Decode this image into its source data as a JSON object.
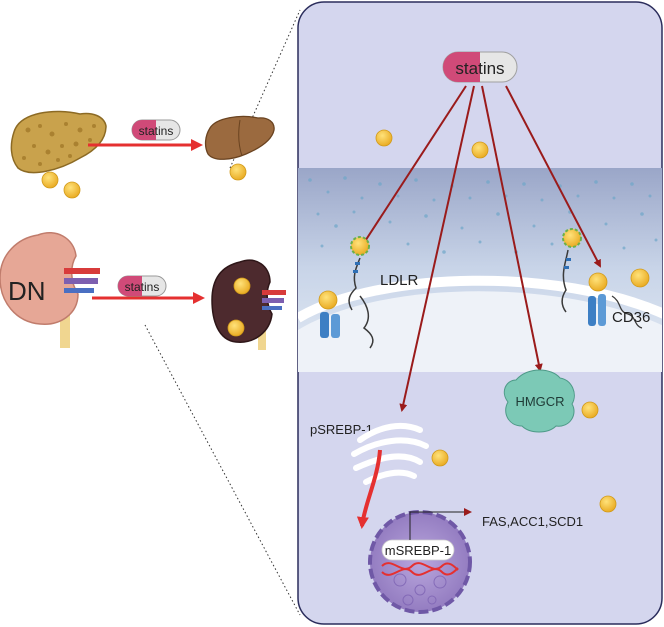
{
  "labels": {
    "statins_main": "statins",
    "statins_liver": "statins",
    "statins_kidney": "statins",
    "dn": "DN",
    "ldlr": "LDLR",
    "cd36": "CD36",
    "hmgcr": "HMGCR",
    "psrebp": "pSREBP-1",
    "msrebp": "mSREBP-1",
    "targets": "FAS,ACC1,SCD1"
  },
  "colors": {
    "panel_bg": "#d4d6ee",
    "panel_border": "#2b2d5c",
    "arrow_main": "#9a1b1b",
    "arrow_red": "#e53030",
    "pill_pink": "#d04a78",
    "pill_grey": "#e6e6e6",
    "lipid": "#f5c23c",
    "liver": "#c8a04a",
    "liver_treated": "#9b6a3f",
    "kidney": "#e8a898",
    "kidney_diseased": "#4d2a2e",
    "hmgcr": "#7cc9b6",
    "nucleus": "#9a85c5"
  }
}
